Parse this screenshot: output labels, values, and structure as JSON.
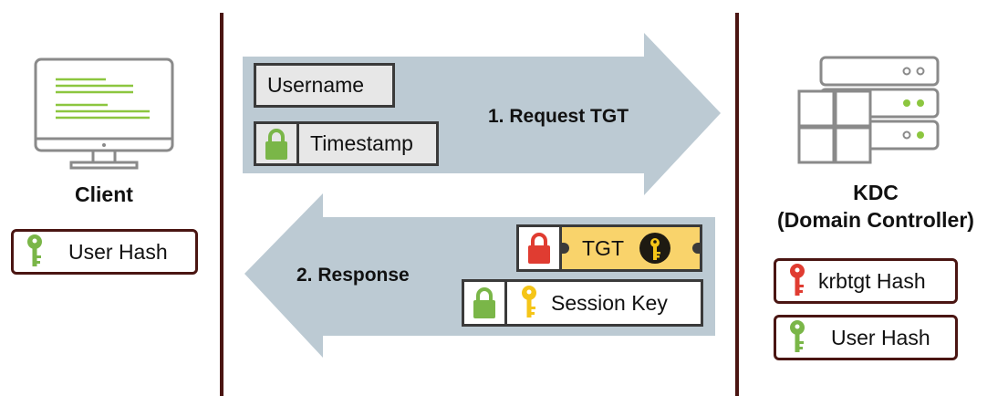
{
  "client": {
    "label": "Client",
    "key_label": "User Hash"
  },
  "kdc": {
    "label_line1": "KDC",
    "label_line2": "(Domain Controller)",
    "keys": [
      {
        "label": "krbtgt Hash",
        "color": "#e03c31"
      },
      {
        "label": "User Hash",
        "color": "#7ab648"
      }
    ]
  },
  "request": {
    "label": "1. Request TGT",
    "username_label": "Username",
    "timestamp_label": "Timestamp"
  },
  "response": {
    "label": "2. Response",
    "tgt_label": "TGT",
    "session_key_label": "Session Key"
  },
  "colors": {
    "divider": "#4a1512",
    "arrow": "#bccad3",
    "user_key": "#7ab648",
    "krbtgt_key": "#e03c31",
    "session_key": "#f5c518",
    "tgt_ticket": "#f9d36b",
    "lock_green": "#7ab648",
    "lock_red": "#e03c31",
    "monitor_text": "#8cc63f",
    "server_dot": "#8cc63f"
  }
}
